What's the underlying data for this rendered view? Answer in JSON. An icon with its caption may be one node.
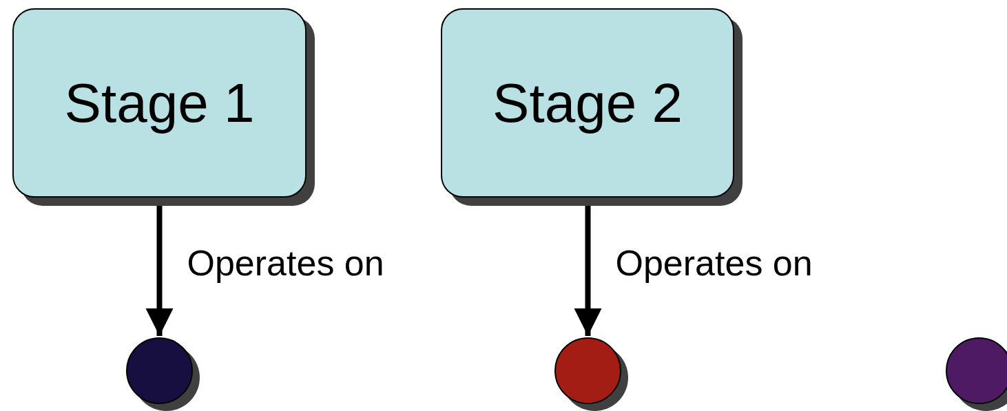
{
  "diagram": {
    "nodes": [
      {
        "text": [
          "Stage 1"
        ]
      },
      {
        "text": [
          "Stage 2"
        ]
      },
      {
        "text": [],
        "shape": "circle"
      },
      {
        "text": [],
        "shape": "circle"
      },
      {
        "text": [],
        "shape": "circle"
      }
    ],
    "edges": [
      {
        "from": 0,
        "to": 2,
        "arrow": "to",
        "label": "Operates on"
      },
      {
        "from": 1,
        "to": 3,
        "arrow": "to",
        "label": "Operates on"
      }
    ]
  }
}
